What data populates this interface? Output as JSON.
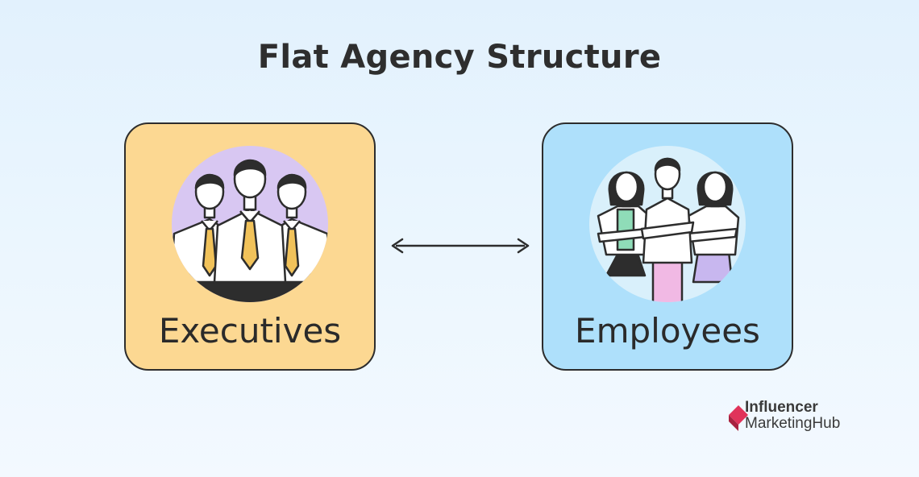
{
  "title": "Flat Agency Structure",
  "nodes": {
    "executives": {
      "label": "Executives",
      "fill": "#fcd892",
      "circle": "#d8c7f2"
    },
    "employees": {
      "label": "Employees",
      "fill": "#aee0fb",
      "circle": "#d9f0fb"
    }
  },
  "connector": {
    "type": "bidirectional-arrow",
    "from": "executives",
    "to": "employees"
  },
  "logo": {
    "line1": "Influencer",
    "line2": "MarketingHub",
    "color": "#e0335a"
  }
}
